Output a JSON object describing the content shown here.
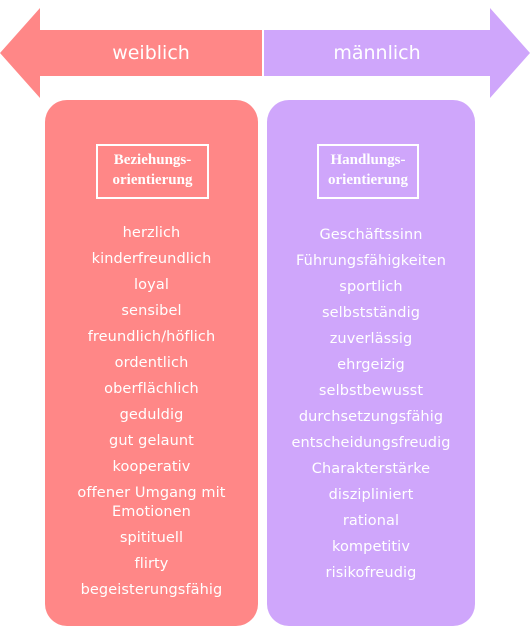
{
  "arrow": {
    "left_label": "weiblich",
    "right_label": "männlich",
    "left_color": "#ff8787",
    "right_color": "#cfa6fb"
  },
  "left_panel": {
    "heading_line1": "Beziehungs-",
    "heading_line2": "orientierung",
    "color": "#ff8787",
    "items": [
      "herzlich",
      "kinderfreundlich",
      "loyal",
      "sensibel",
      "freundlich/höflich",
      "ordentlich",
      "oberflächlich",
      "geduldig",
      "gut gelaunt",
      "kooperativ",
      "offener Umgang mit Emotionen",
      "spitituell",
      "flirty",
      "begeisterungsfähig"
    ]
  },
  "right_panel": {
    "heading_line1": "Handlungs-",
    "heading_line2": "orientierung",
    "color": "#cfa6fb",
    "items": [
      "Geschäftssinn",
      "Führungsfähigkeiten",
      "sportlich",
      "selbstständig",
      "zuverlässig",
      "ehrgeizig",
      "selbstbewusst",
      "durchsetzungsfähig",
      "entscheidungsfreudig",
      "Charakterstärke",
      "diszipliniert",
      "rational",
      "kompetitiv",
      "risikofreudig"
    ]
  }
}
